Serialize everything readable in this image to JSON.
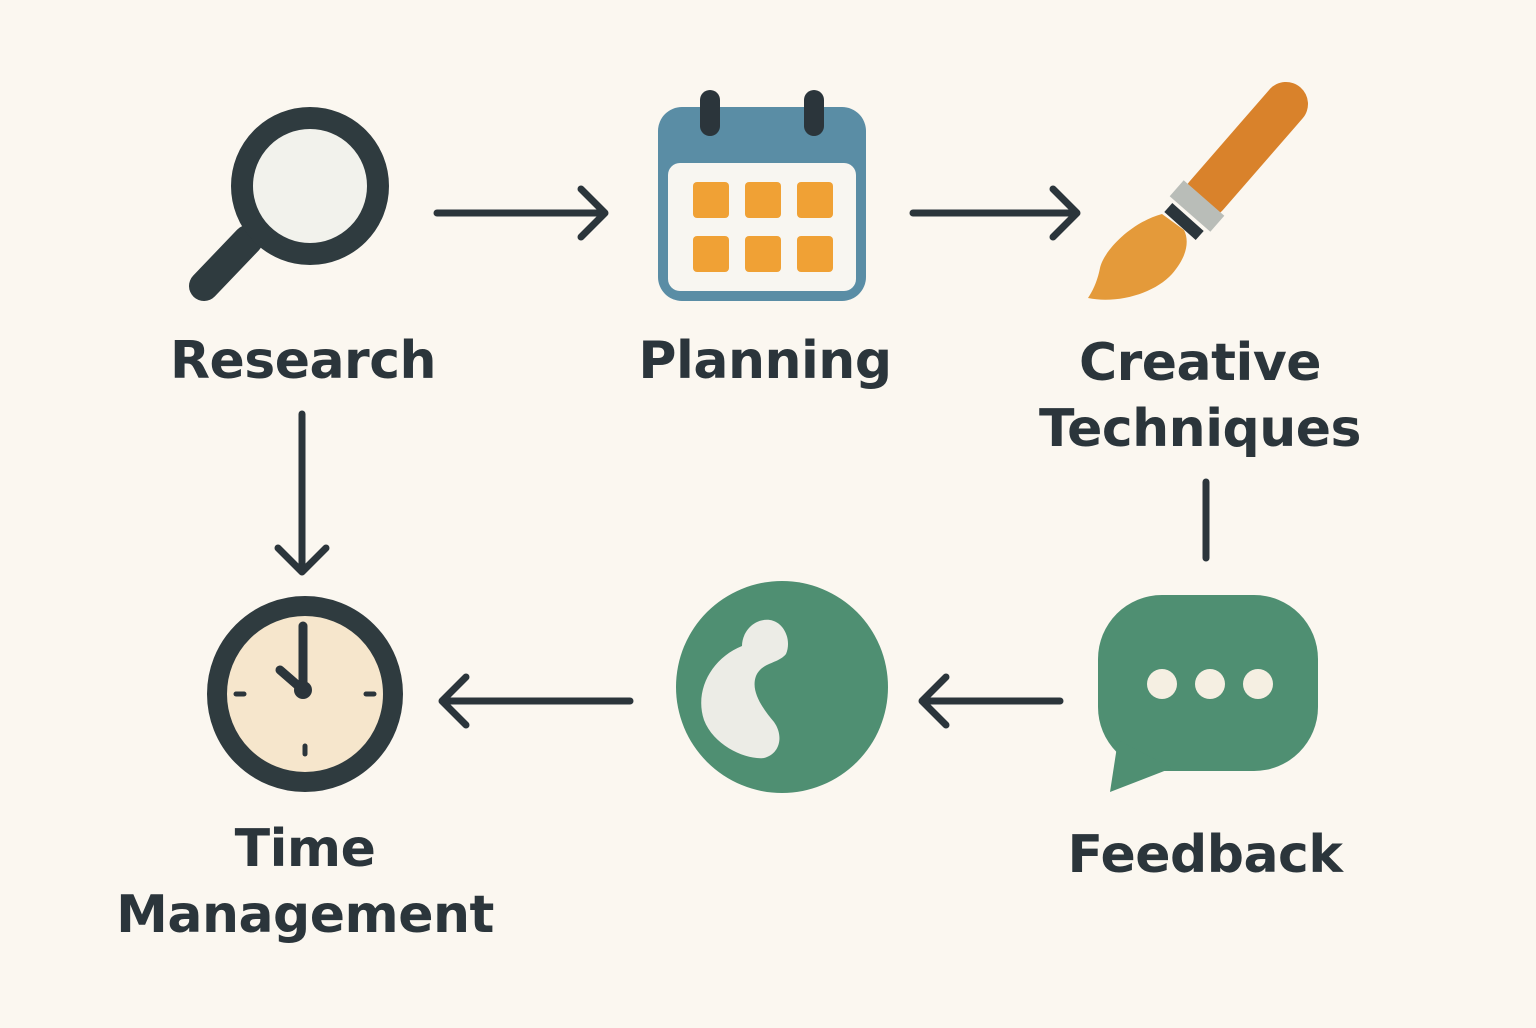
{
  "nodes": {
    "research": {
      "label": "Research"
    },
    "planning": {
      "label": "Planning"
    },
    "creative": {
      "line1": "Creative",
      "line2": "Techniques"
    },
    "feedback": {
      "label": "Feedback"
    },
    "time": {
      "line1": "Time",
      "line2": "Management"
    }
  },
  "icons": {
    "research": "magnifying-glass-icon",
    "planning": "calendar-icon",
    "creative": "paintbrush-icon",
    "feedback": "speech-bubble-icon",
    "phone": "phone-icon",
    "time": "clock-icon"
  },
  "colors": {
    "background": "#fbf7f0",
    "ink": "#2b353b",
    "calendar_header": "#5a8da5",
    "calendar_cells": "#f0a135",
    "brush": "#e08a2c",
    "green": "#4f8f72",
    "clock_face": "#f6e6cc"
  }
}
